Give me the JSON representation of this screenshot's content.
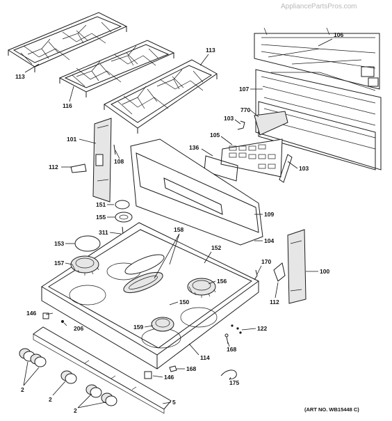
{
  "watermark": "AppliancePartsPros.com",
  "art_number": "(ART NO. WB15448 C)",
  "callouts": {
    "c113a": "113",
    "c113b": "113",
    "c116": "116",
    "c106": "106",
    "c107": "107",
    "c770": "770",
    "c103a": "103",
    "c103b": "103",
    "c105": "105",
    "c136": "136",
    "c101": "101",
    "c112a": "112",
    "c108": "108",
    "c151": "151",
    "c155": "155",
    "c109": "109",
    "c311": "311",
    "c158": "158",
    "c104": "104",
    "c153": "153",
    "c152": "152",
    "c157": "157",
    "c170": "170",
    "c100": "100",
    "c156": "156",
    "c112b": "112",
    "c150": "150",
    "c146a": "146",
    "c206": "206",
    "c159": "159",
    "c122": "122",
    "c168a": "168",
    "c114": "114",
    "c146b": "146",
    "c168b": "168",
    "c175": "175",
    "c2a": "2",
    "c2b": "2",
    "c2c": "2",
    "c5": "5"
  }
}
